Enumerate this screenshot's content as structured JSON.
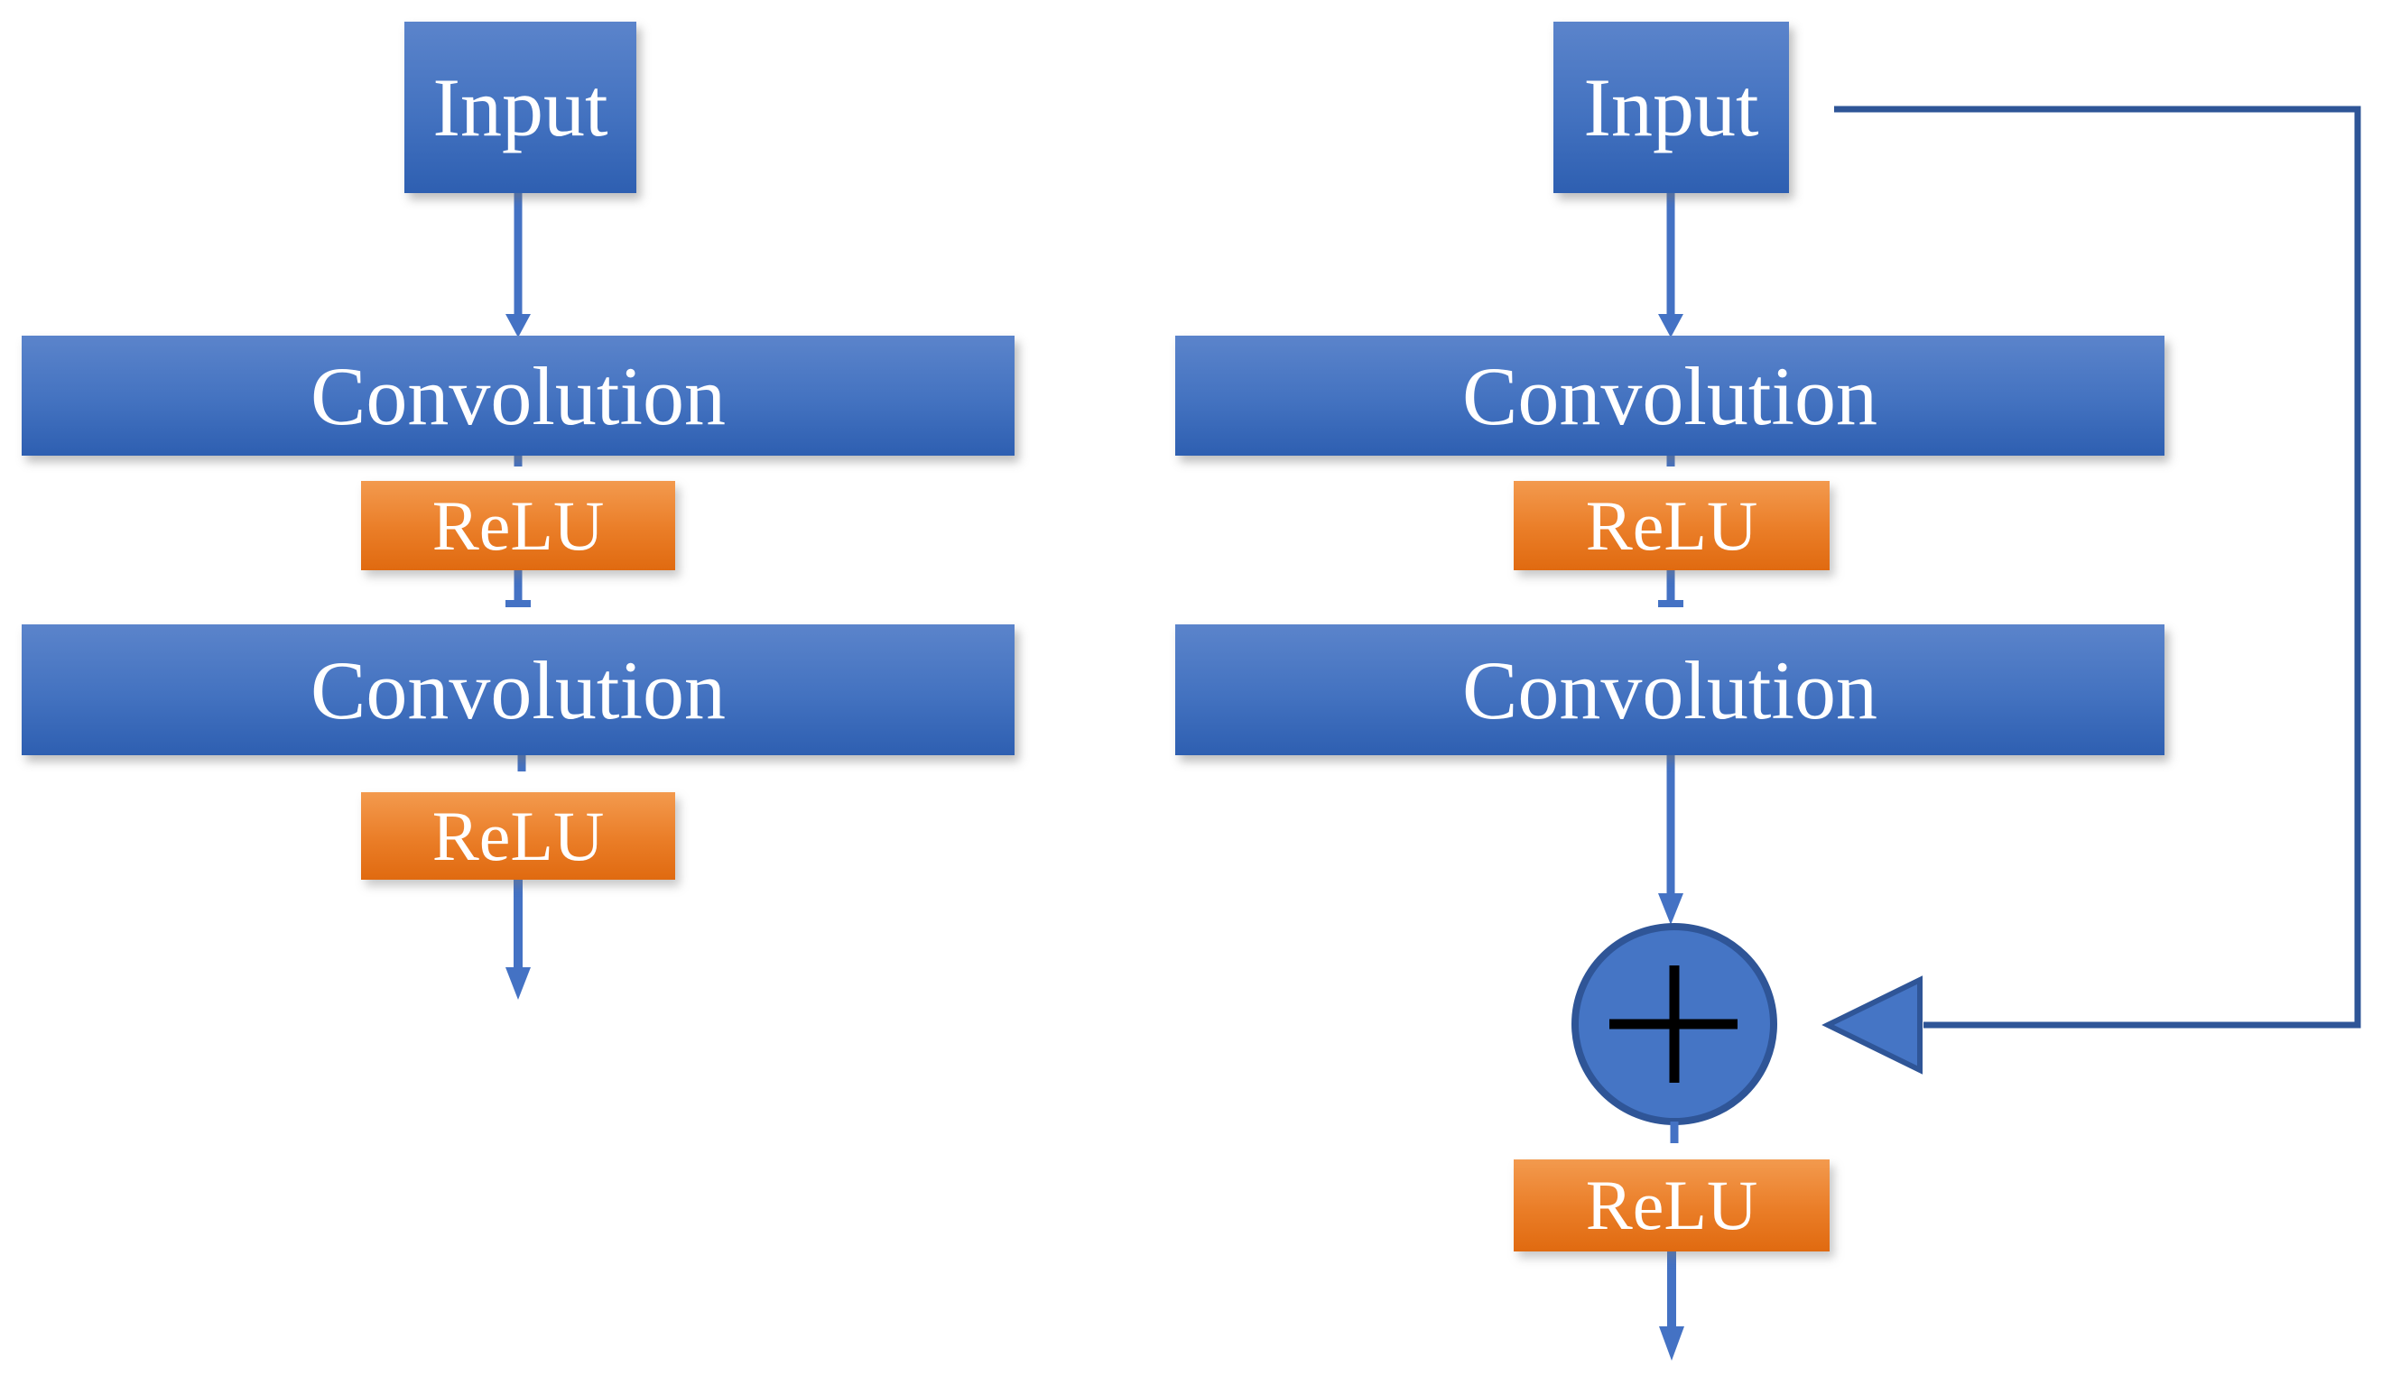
{
  "colors": {
    "blue_top": "#5b84cb",
    "blue_bottom": "#2e5fb1",
    "orange_top": "#f39a4e",
    "orange_bottom": "#e06a10",
    "connector_blue": "#4472c4",
    "skip_blue": "#2e5597",
    "plus_fill": "#4575c5",
    "plus_border": "#2f5597",
    "plus_sign": "#000000",
    "text_white": "#ffffff"
  },
  "plain_block": {
    "input_label": "Input",
    "conv1_label": "Convolution",
    "relu1_label": "ReLU",
    "conv2_label": "Convolution",
    "relu2_label": "ReLU"
  },
  "residual_block": {
    "input_label": "Input",
    "conv1_label": "Convolution",
    "relu1_label": "ReLU",
    "conv2_label": "Convolution",
    "relu2_label": "ReLU"
  }
}
